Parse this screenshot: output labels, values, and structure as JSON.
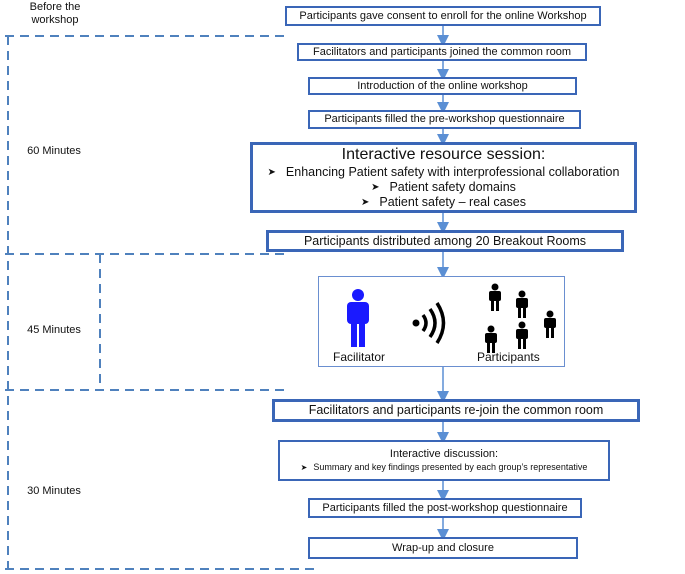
{
  "phases": [
    {
      "id": "before",
      "label": "Before the workshop"
    },
    {
      "id": "p60",
      "label": "60 Minutes"
    },
    {
      "id": "p45",
      "label": "45 Minutes"
    },
    {
      "id": "p30",
      "label": "30 Minutes"
    }
  ],
  "steps": {
    "consent": "Participants gave consent to enroll for the online Workshop",
    "joined": "Facilitators and participants joined the common room",
    "intro": "Introduction of the online workshop",
    "prequest": "Participants filled the pre-workshop questionnaire",
    "session": {
      "title": "Interactive resource session:",
      "bullets": [
        "Enhancing Patient safety with interprofessional collaboration",
        "Patient safety domains",
        "Patient safety – real cases"
      ]
    },
    "breakout": "Participants distributed among 20 Breakout Rooms",
    "rejoin": "Facilitators and participants re-join the common room",
    "discussion": {
      "title": "Interactive discussion:",
      "bullet": "Summary and key findings presented by each group’s representative"
    },
    "postquest": "Participants filled the post-workshop questionnaire",
    "closure": "Wrap-up and closure"
  },
  "breakout_figure": {
    "facilitator_label": "Facilitator",
    "participants_label": "Participants"
  },
  "colors": {
    "box_border": "#3a66b7",
    "dashed": "#4f81bd",
    "arrow": "#5b8fd4",
    "facilitator": "#1a1aff",
    "participant": "#000000"
  },
  "icons": {
    "facilitator": "person-icon",
    "participant": "person-icon",
    "signal": "wireless-signal-icon",
    "bullet": "arrowhead-bullet-icon"
  }
}
